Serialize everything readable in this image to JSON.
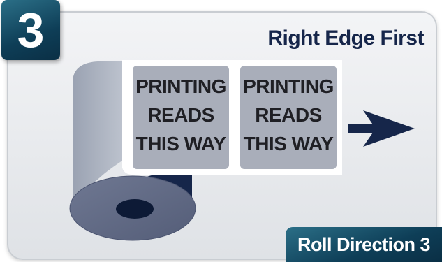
{
  "badge": {
    "number": "3"
  },
  "headline": "Right Edge First",
  "labels": [
    {
      "lines": [
        "PRINTING",
        "READS",
        "THIS WAY"
      ]
    },
    {
      "lines": [
        "PRINTING",
        "READS",
        "THIS WAY"
      ]
    }
  ],
  "footer": "Roll Direction 3",
  "colors": {
    "badge": "#0e3e57",
    "headline": "#16264a",
    "roll": "#606a88",
    "roll_dark": "#16264a",
    "label": "#a9aeba",
    "arrow": "#16264a"
  },
  "icons": {
    "direction": "right-arrow-icon"
  }
}
